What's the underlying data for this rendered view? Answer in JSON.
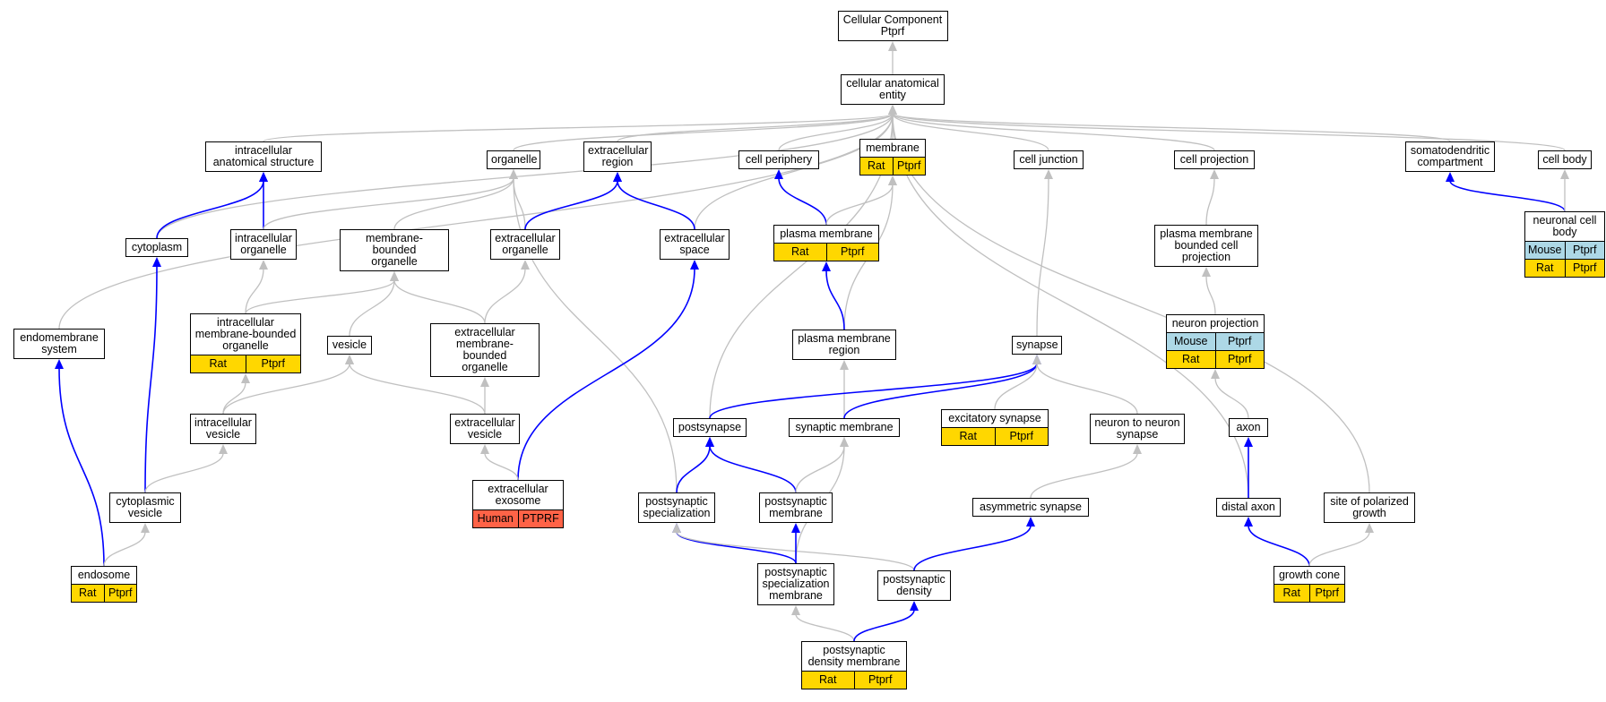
{
  "colors": {
    "rat": "#ffd700",
    "mouse": "#add8e6",
    "human": "#ff6347",
    "edge_blue": "#0000ff",
    "edge_grey": "#c0c0c0"
  },
  "nodes": [
    {
      "id": "cc",
      "label": "Cellular Component\nPtprf"
    },
    {
      "id": "cae",
      "label": "cellular anatomical\nentity"
    },
    {
      "id": "ias",
      "label": "intracellular\nanatomical structure"
    },
    {
      "id": "organelle",
      "label": "organelle"
    },
    {
      "id": "exreg",
      "label": "extracellular\nregion"
    },
    {
      "id": "cellper",
      "label": "cell periphery"
    },
    {
      "id": "membrane",
      "label": "membrane",
      "annots": [
        [
          {
            "text": "Rat",
            "species": "rat"
          },
          {
            "text": "Ptprf",
            "species": "rat"
          }
        ]
      ]
    },
    {
      "id": "celljunc",
      "label": "cell junction"
    },
    {
      "id": "cellproj",
      "label": "cell projection"
    },
    {
      "id": "somato",
      "label": "somatodendritic\ncompartment"
    },
    {
      "id": "cellbody",
      "label": "cell body"
    },
    {
      "id": "cytoplasm",
      "label": "cytoplasm"
    },
    {
      "id": "intorg",
      "label": "intracellular\norganelle"
    },
    {
      "id": "mbo",
      "label": "membrane-bounded\norganelle"
    },
    {
      "id": "exorg",
      "label": "extracellular\norganelle"
    },
    {
      "id": "exspace",
      "label": "extracellular\nspace"
    },
    {
      "id": "pm",
      "label": "plasma membrane",
      "annots": [
        [
          {
            "text": "Rat",
            "species": "rat"
          },
          {
            "text": "Ptprf",
            "species": "rat"
          }
        ]
      ]
    },
    {
      "id": "pmbcp",
      "label": "plasma membrane\nbounded cell\nprojection"
    },
    {
      "id": "ncb",
      "label": "neuronal cell\nbody",
      "annots": [
        [
          {
            "text": "Mouse",
            "species": "mouse"
          },
          {
            "text": "Ptprf",
            "species": "mouse"
          }
        ],
        [
          {
            "text": "Rat",
            "species": "rat"
          },
          {
            "text": "Ptprf",
            "species": "rat"
          }
        ]
      ]
    },
    {
      "id": "endomem",
      "label": "endomembrane\nsystem"
    },
    {
      "id": "imbo",
      "label": "intracellular\nmembrane-bounded\norganelle",
      "annots": [
        [
          {
            "text": "Rat",
            "species": "rat"
          },
          {
            "text": "Ptprf",
            "species": "rat"
          }
        ]
      ]
    },
    {
      "id": "vesicle",
      "label": "vesicle"
    },
    {
      "id": "embo",
      "label": "extracellular\nmembrane-bounded\norganelle"
    },
    {
      "id": "pmr",
      "label": "plasma membrane\nregion"
    },
    {
      "id": "synapse",
      "label": "synapse"
    },
    {
      "id": "neuproj",
      "label": "neuron projection",
      "annots": [
        [
          {
            "text": "Mouse",
            "species": "mouse"
          },
          {
            "text": "Ptprf",
            "species": "mouse"
          }
        ],
        [
          {
            "text": "Rat",
            "species": "rat"
          },
          {
            "text": "Ptprf",
            "species": "rat"
          }
        ]
      ]
    },
    {
      "id": "intves",
      "label": "intracellular\nvesicle"
    },
    {
      "id": "exves",
      "label": "extracellular\nvesicle"
    },
    {
      "id": "postsyn",
      "label": "postsynapse"
    },
    {
      "id": "synmem",
      "label": "synaptic membrane"
    },
    {
      "id": "excsyn",
      "label": "excitatory synapse",
      "annots": [
        [
          {
            "text": "Rat",
            "species": "rat"
          },
          {
            "text": "Ptprf",
            "species": "rat"
          }
        ]
      ]
    },
    {
      "id": "n2n",
      "label": "neuron to neuron\nsynapse"
    },
    {
      "id": "axon",
      "label": "axon"
    },
    {
      "id": "cytves",
      "label": "cytoplasmic\nvesicle"
    },
    {
      "id": "exo",
      "label": "extracellular\nexosome",
      "annots": [
        [
          {
            "text": "Human",
            "species": "human"
          },
          {
            "text": "PTPRF",
            "species": "human"
          }
        ]
      ]
    },
    {
      "id": "pss",
      "label": "postsynaptic\nspecialization"
    },
    {
      "id": "psmem",
      "label": "postsynaptic\nmembrane"
    },
    {
      "id": "asym",
      "label": "asymmetric synapse"
    },
    {
      "id": "distax",
      "label": "distal axon"
    },
    {
      "id": "spg",
      "label": "site of polarized\ngrowth"
    },
    {
      "id": "endosome",
      "label": "endosome",
      "annots": [
        [
          {
            "text": "Rat",
            "species": "rat"
          },
          {
            "text": "Ptprf",
            "species": "rat"
          }
        ]
      ]
    },
    {
      "id": "pssm",
      "label": "postsynaptic\nspecialization\nmembrane"
    },
    {
      "id": "psd",
      "label": "postsynaptic\ndensity"
    },
    {
      "id": "growthcone",
      "label": "growth cone",
      "annots": [
        [
          {
            "text": "Rat",
            "species": "rat"
          },
          {
            "text": "Ptprf",
            "species": "rat"
          }
        ]
      ]
    },
    {
      "id": "psdm",
      "label": "postsynaptic\ndensity membrane",
      "annots": [
        [
          {
            "text": "Rat",
            "species": "rat"
          },
          {
            "text": "Ptprf",
            "species": "rat"
          }
        ]
      ]
    }
  ],
  "edges": [
    {
      "from": "cae",
      "to": "cc",
      "kind": "grey"
    },
    {
      "from": "ias",
      "to": "cae",
      "kind": "grey"
    },
    {
      "from": "organelle",
      "to": "cae",
      "kind": "grey"
    },
    {
      "from": "exreg",
      "to": "cae",
      "kind": "grey"
    },
    {
      "from": "cellper",
      "to": "cae",
      "kind": "grey"
    },
    {
      "from": "membrane",
      "to": "cae",
      "kind": "grey"
    },
    {
      "from": "celljunc",
      "to": "cae",
      "kind": "grey"
    },
    {
      "from": "cellproj",
      "to": "cae",
      "kind": "grey"
    },
    {
      "from": "somato",
      "to": "cae",
      "kind": "grey"
    },
    {
      "from": "cellbody",
      "to": "cae",
      "kind": "grey"
    },
    {
      "from": "cytoplasm",
      "to": "cae",
      "kind": "grey"
    },
    {
      "from": "endomem",
      "to": "cae",
      "kind": "grey"
    },
    {
      "from": "exspace",
      "to": "cae",
      "kind": "grey"
    },
    {
      "from": "postsyn",
      "to": "cae",
      "kind": "grey"
    },
    {
      "from": "distax",
      "to": "cae",
      "kind": "grey"
    },
    {
      "from": "spg",
      "to": "cae",
      "kind": "grey"
    },
    {
      "from": "cytoplasm",
      "to": "ias",
      "kind": "blue"
    },
    {
      "from": "intorg",
      "to": "ias",
      "kind": "blue"
    },
    {
      "from": "intorg",
      "to": "organelle",
      "kind": "grey"
    },
    {
      "from": "mbo",
      "to": "organelle",
      "kind": "grey"
    },
    {
      "from": "exorg",
      "to": "organelle",
      "kind": "grey"
    },
    {
      "from": "pss",
      "to": "organelle",
      "kind": "grey"
    },
    {
      "from": "exorg",
      "to": "exreg",
      "kind": "blue"
    },
    {
      "from": "exspace",
      "to": "exreg",
      "kind": "blue"
    },
    {
      "from": "pm",
      "to": "cellper",
      "kind": "blue"
    },
    {
      "from": "pm",
      "to": "membrane",
      "kind": "grey"
    },
    {
      "from": "pmr",
      "to": "membrane",
      "kind": "grey"
    },
    {
      "from": "synapse",
      "to": "celljunc",
      "kind": "grey"
    },
    {
      "from": "pmbcp",
      "to": "cellproj",
      "kind": "grey"
    },
    {
      "from": "ncb",
      "to": "somato",
      "kind": "blue"
    },
    {
      "from": "ncb",
      "to": "cellbody",
      "kind": "grey"
    },
    {
      "from": "cytves",
      "to": "cytoplasm",
      "kind": "blue"
    },
    {
      "from": "imbo",
      "to": "intorg",
      "kind": "grey"
    },
    {
      "from": "imbo",
      "to": "mbo",
      "kind": "grey"
    },
    {
      "from": "vesicle",
      "to": "mbo",
      "kind": "grey"
    },
    {
      "from": "embo",
      "to": "mbo",
      "kind": "grey"
    },
    {
      "from": "embo",
      "to": "exorg",
      "kind": "grey"
    },
    {
      "from": "exo",
      "to": "exspace",
      "kind": "blue"
    },
    {
      "from": "pmr",
      "to": "pm",
      "kind": "blue"
    },
    {
      "from": "neuproj",
      "to": "pmbcp",
      "kind": "grey"
    },
    {
      "from": "endosome",
      "to": "endomem",
      "kind": "blue"
    },
    {
      "from": "intves",
      "to": "imbo",
      "kind": "grey"
    },
    {
      "from": "intves",
      "to": "vesicle",
      "kind": "grey"
    },
    {
      "from": "exves",
      "to": "vesicle",
      "kind": "grey"
    },
    {
      "from": "exves",
      "to": "embo",
      "kind": "grey"
    },
    {
      "from": "synmem",
      "to": "pmr",
      "kind": "grey"
    },
    {
      "from": "postsyn",
      "to": "synapse",
      "kind": "blue"
    },
    {
      "from": "synmem",
      "to": "synapse",
      "kind": "blue"
    },
    {
      "from": "excsyn",
      "to": "synapse",
      "kind": "grey"
    },
    {
      "from": "n2n",
      "to": "synapse",
      "kind": "grey"
    },
    {
      "from": "axon",
      "to": "neuproj",
      "kind": "grey"
    },
    {
      "from": "cytves",
      "to": "intves",
      "kind": "grey"
    },
    {
      "from": "exo",
      "to": "exves",
      "kind": "grey"
    },
    {
      "from": "pss",
      "to": "postsyn",
      "kind": "blue"
    },
    {
      "from": "psmem",
      "to": "postsyn",
      "kind": "blue"
    },
    {
      "from": "psmem",
      "to": "synmem",
      "kind": "grey"
    },
    {
      "from": "pssm",
      "to": "synmem",
      "kind": "grey"
    },
    {
      "from": "asym",
      "to": "n2n",
      "kind": "grey"
    },
    {
      "from": "distax",
      "to": "axon",
      "kind": "blue"
    },
    {
      "from": "endosome",
      "to": "cytves",
      "kind": "grey"
    },
    {
      "from": "pssm",
      "to": "pss",
      "kind": "blue"
    },
    {
      "from": "psd",
      "to": "pss",
      "kind": "grey"
    },
    {
      "from": "pssm",
      "to": "psmem",
      "kind": "blue"
    },
    {
      "from": "psd",
      "to": "asym",
      "kind": "blue"
    },
    {
      "from": "growthcone",
      "to": "distax",
      "kind": "blue"
    },
    {
      "from": "growthcone",
      "to": "spg",
      "kind": "grey"
    },
    {
      "from": "psdm",
      "to": "pssm",
      "kind": "grey"
    },
    {
      "from": "psdm",
      "to": "psd",
      "kind": "blue"
    }
  ]
}
